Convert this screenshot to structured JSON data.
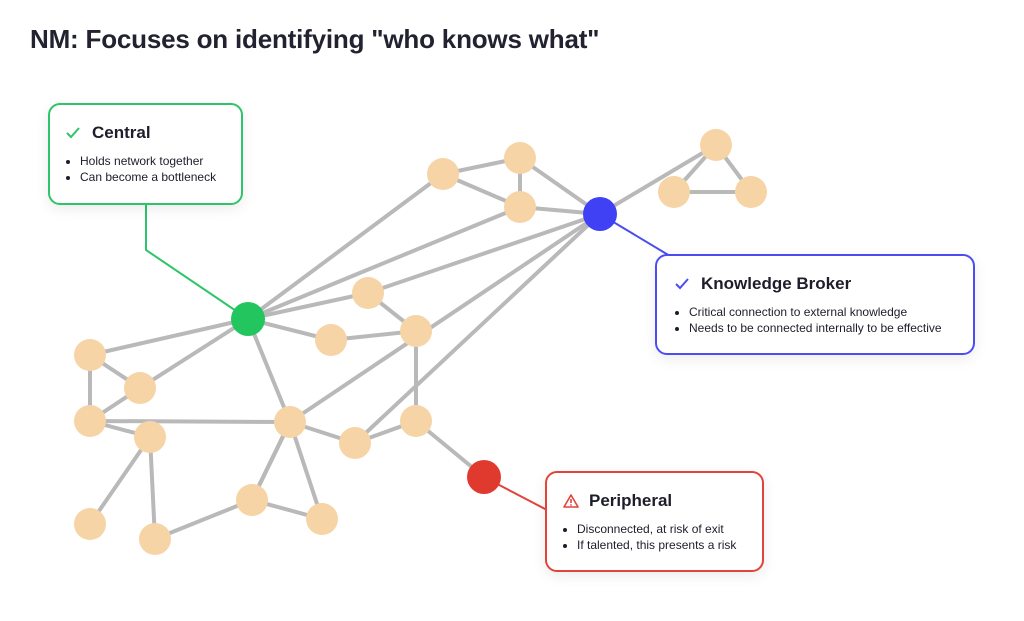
{
  "title": "NM: Focuses on identifying \"who knows what\"",
  "colors": {
    "central": "#22c55e",
    "broker": "#4040f5",
    "peripheral": "#e03a2f",
    "node": "#f6d4a6",
    "edge": "#b9b9b9"
  },
  "callouts": {
    "central": {
      "icon": "check-icon",
      "title": "Central",
      "bullets": [
        "Holds network together",
        "Can become a bottleneck"
      ]
    },
    "broker": {
      "icon": "check-icon",
      "title": "Knowledge Broker",
      "bullets": [
        "Critical connection to external knowledge",
        "Needs to be connected internally to be effective"
      ]
    },
    "peripheral": {
      "icon": "warning-icon",
      "title": "Peripheral",
      "bullets": [
        "Disconnected, at risk of exit",
        "If talented, this presents a risk"
      ]
    }
  },
  "network": {
    "nodes": [
      {
        "id": "central",
        "role": "central"
      },
      {
        "id": "broker",
        "role": "broker"
      },
      {
        "id": "peripheral",
        "role": "peripheral"
      },
      {
        "id": "n1",
        "role": "member"
      },
      {
        "id": "n2",
        "role": "member"
      },
      {
        "id": "n3",
        "role": "member"
      },
      {
        "id": "n4",
        "role": "member"
      },
      {
        "id": "n5",
        "role": "member"
      },
      {
        "id": "n6",
        "role": "member"
      },
      {
        "id": "n7",
        "role": "member"
      },
      {
        "id": "n8",
        "role": "member"
      },
      {
        "id": "n9",
        "role": "member"
      },
      {
        "id": "n10",
        "role": "member"
      },
      {
        "id": "n11",
        "role": "member"
      },
      {
        "id": "n12",
        "role": "member"
      },
      {
        "id": "n13",
        "role": "member"
      },
      {
        "id": "n14",
        "role": "member"
      },
      {
        "id": "n15",
        "role": "member"
      },
      {
        "id": "n16",
        "role": "member"
      },
      {
        "id": "n17",
        "role": "member"
      },
      {
        "id": "n18",
        "role": "member"
      },
      {
        "id": "n19",
        "role": "member"
      },
      {
        "id": "n20",
        "role": "member"
      },
      {
        "id": "n21",
        "role": "member"
      },
      {
        "id": "n22",
        "role": "member"
      }
    ],
    "edges": [
      [
        "n1",
        "n2"
      ],
      [
        "n1",
        "n3"
      ],
      [
        "n2",
        "n3"
      ],
      [
        "n3",
        "broker"
      ],
      [
        "n2",
        "broker"
      ],
      [
        "n1",
        "central"
      ],
      [
        "n3",
        "central"
      ],
      [
        "broker",
        "n4"
      ],
      [
        "n4",
        "n5"
      ],
      [
        "n5",
        "n6"
      ],
      [
        "n4",
        "n6"
      ],
      [
        "broker",
        "n7"
      ],
      [
        "broker",
        "n18"
      ],
      [
        "broker",
        "n10"
      ],
      [
        "central",
        "n7"
      ],
      [
        "central",
        "n8"
      ],
      [
        "n7",
        "n9"
      ],
      [
        "n8",
        "n9"
      ],
      [
        "n9",
        "n11"
      ],
      [
        "n11",
        "peripheral"
      ],
      [
        "central",
        "n12"
      ],
      [
        "central",
        "n10"
      ],
      [
        "central",
        "n13"
      ],
      [
        "n12",
        "n13"
      ],
      [
        "n12",
        "n14"
      ],
      [
        "n14",
        "n15"
      ],
      [
        "n14",
        "n16"
      ],
      [
        "n15",
        "n17"
      ],
      [
        "n15",
        "n19"
      ],
      [
        "n19",
        "n20"
      ],
      [
        "n16",
        "n20"
      ],
      [
        "n16",
        "n10"
      ],
      [
        "n10",
        "n18"
      ],
      [
        "n18",
        "n11"
      ],
      [
        "n10",
        "n22"
      ],
      [
        "n10",
        "n21"
      ],
      [
        "n21",
        "n22"
      ],
      [
        "n13",
        "n14"
      ],
      [
        "n16",
        "n21"
      ]
    ]
  }
}
